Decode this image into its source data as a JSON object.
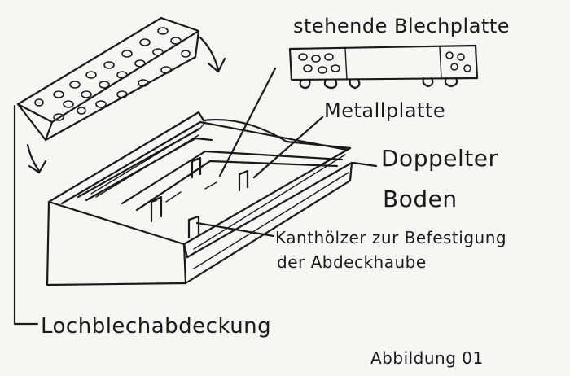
{
  "labels": {
    "standing_sheet": "stehende Blechplatte",
    "metal_plate": "Metallplatte",
    "double_floor_1": "Doppelter",
    "double_floor_2": "Boden",
    "beams_1": "Kanthölzer zur Befestigung",
    "beams_2": "der Abdeckhaube",
    "cover": "Lochblechabdeckung",
    "figure": "Abbildung 01"
  }
}
